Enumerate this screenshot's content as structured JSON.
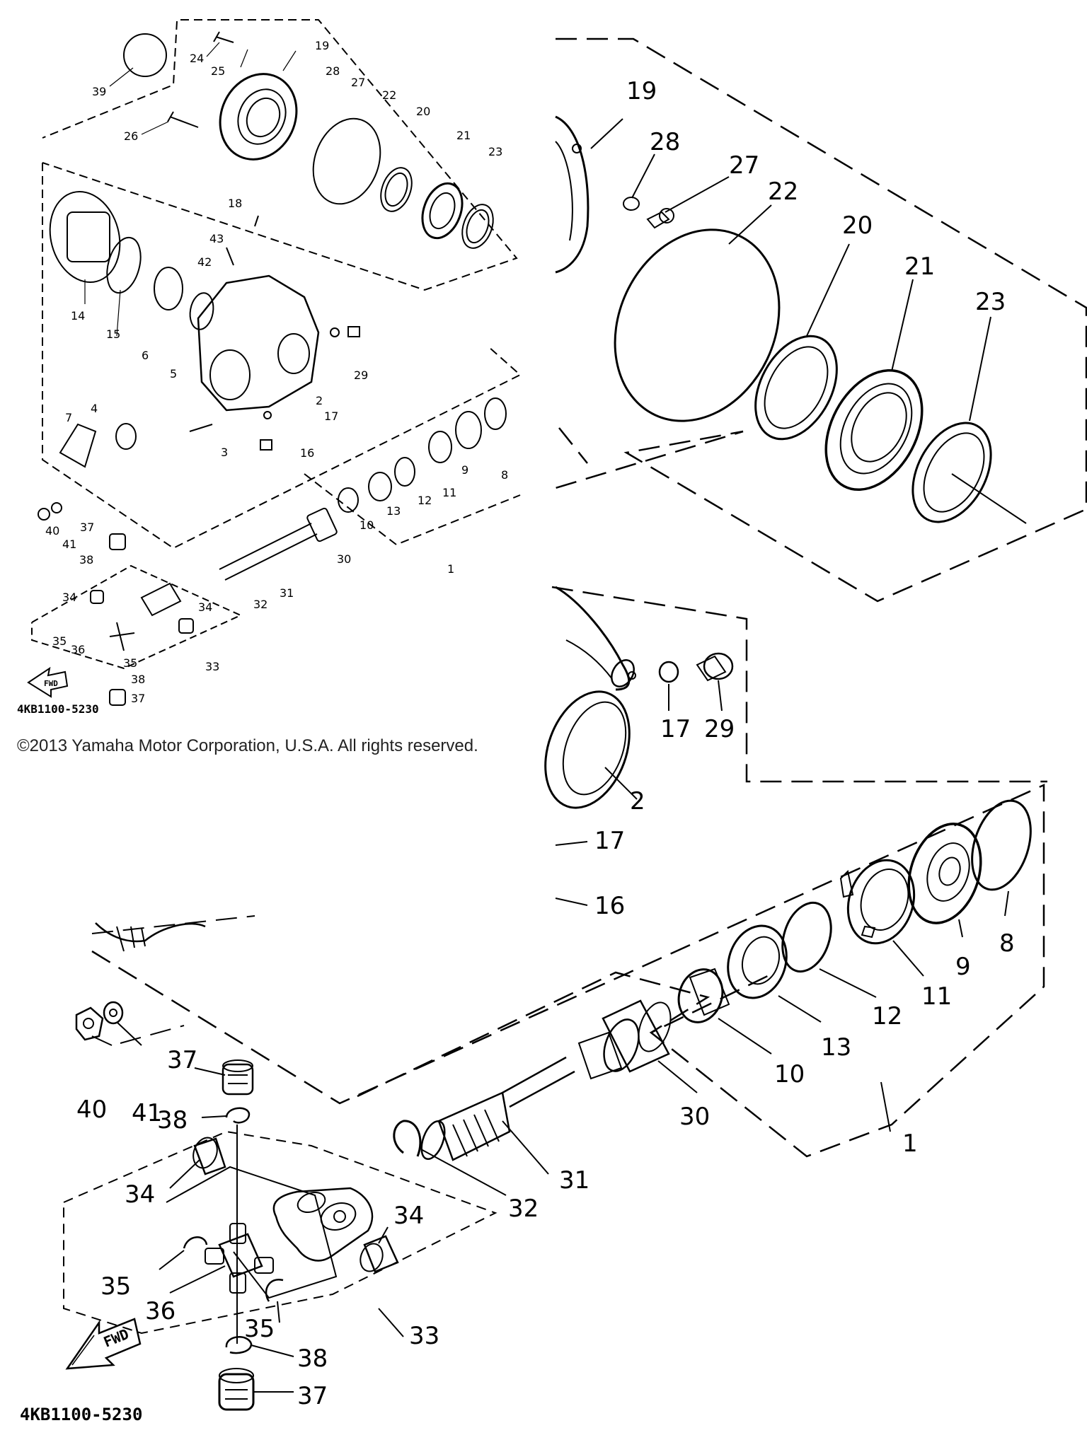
{
  "diagram": {
    "code": "4KB1100-5230",
    "fwd": "FWD",
    "copyright": "©2013 Yamaha Motor Corporation, U.S.A. All rights reserved.",
    "overview_labels": [
      "39",
      "24",
      "25",
      "19",
      "28",
      "27",
      "22",
      "20",
      "21",
      "23",
      "26",
      "18",
      "43",
      "42",
      "14",
      "15",
      "6",
      "5",
      "2",
      "17",
      "29",
      "4",
      "7",
      "3",
      "16",
      "9",
      "8",
      "11",
      "12",
      "13",
      "10",
      "40",
      "41",
      "37",
      "38",
      "30",
      "1",
      "31",
      "32",
      "34",
      "34",
      "35",
      "36",
      "35",
      "33",
      "38",
      "37"
    ],
    "detail_top_labels": [
      "19",
      "28",
      "27",
      "22",
      "20",
      "21",
      "23"
    ],
    "detail_mid_labels": [
      "17",
      "29",
      "2"
    ],
    "detail_bottom_labels": [
      "17",
      "16",
      "9",
      "8",
      "11",
      "12",
      "13",
      "10",
      "1",
      "30",
      "40",
      "41",
      "37",
      "38",
      "31",
      "32",
      "34",
      "34",
      "35",
      "36",
      "35",
      "33",
      "38",
      "37"
    ]
  },
  "colors": {
    "line": "#000000",
    "background": "#ffffff"
  }
}
